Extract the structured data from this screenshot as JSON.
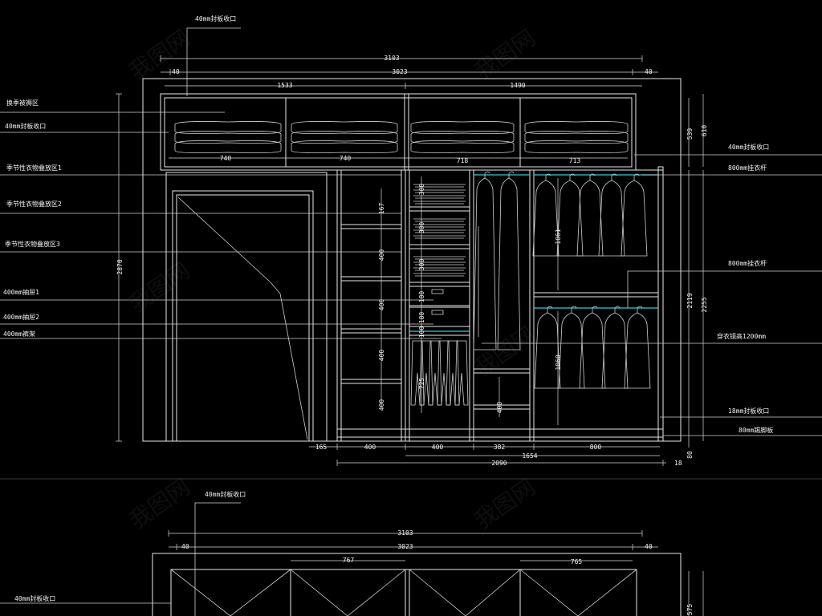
{
  "drawing": {
    "background": "#000000",
    "line_color": "#e8e8e8",
    "accent_color": "#38c8d8"
  },
  "upper_elevation": {
    "top_callout": "40mm封板收口",
    "horizontal_dims": {
      "overall": "3103",
      "inner": "3023",
      "left_offset": "40",
      "right_offset": "40",
      "left_half": "1533",
      "right_half": "1490",
      "top_cells": [
        "740",
        "740",
        "718",
        "713"
      ],
      "bottom": [
        "165",
        "400",
        "400",
        "382",
        "800"
      ],
      "bottom_sub": "1654",
      "bottom_total": "2090",
      "right_small": "18"
    },
    "vertical_dims": {
      "left_total": "2870",
      "top_compartment": "539",
      "top_outer": "610",
      "right_inner": "2119",
      "right_outer": "2255",
      "base": "80",
      "shelves_col2": [
        "167",
        "400",
        "400",
        "400",
        "400"
      ],
      "drawers_col3": [
        "300",
        "300",
        "300",
        "180",
        "180",
        "100"
      ],
      "hang_col3": "725",
      "shelf_col4": "400",
      "hang_upper": "1061",
      "hang_lower": "1060"
    },
    "left_labels": [
      "换季被褥区",
      "40mm封板收口",
      "季节性衣物叠放区1",
      "季节性衣物叠放区2",
      "季节性衣物叠放区3",
      "400mm抽屉1",
      "400mm抽屉2",
      "400mm裤架"
    ],
    "right_labels": [
      "40mm封板收口",
      "800mm挂衣杆",
      "800mm挂衣杆",
      "穿衣镜高1200mm",
      "18mm封板收口",
      "80mm踢脚板"
    ]
  },
  "lower_elevation": {
    "top_callout": "40mm封板收口",
    "overall": "3103",
    "inner": "3023",
    "left_offset": "40",
    "right_offset": "40",
    "left_half": "767",
    "right_half": "765",
    "left_label": "40mm封板收口",
    "vertical": "575"
  },
  "watermark": "我图网"
}
